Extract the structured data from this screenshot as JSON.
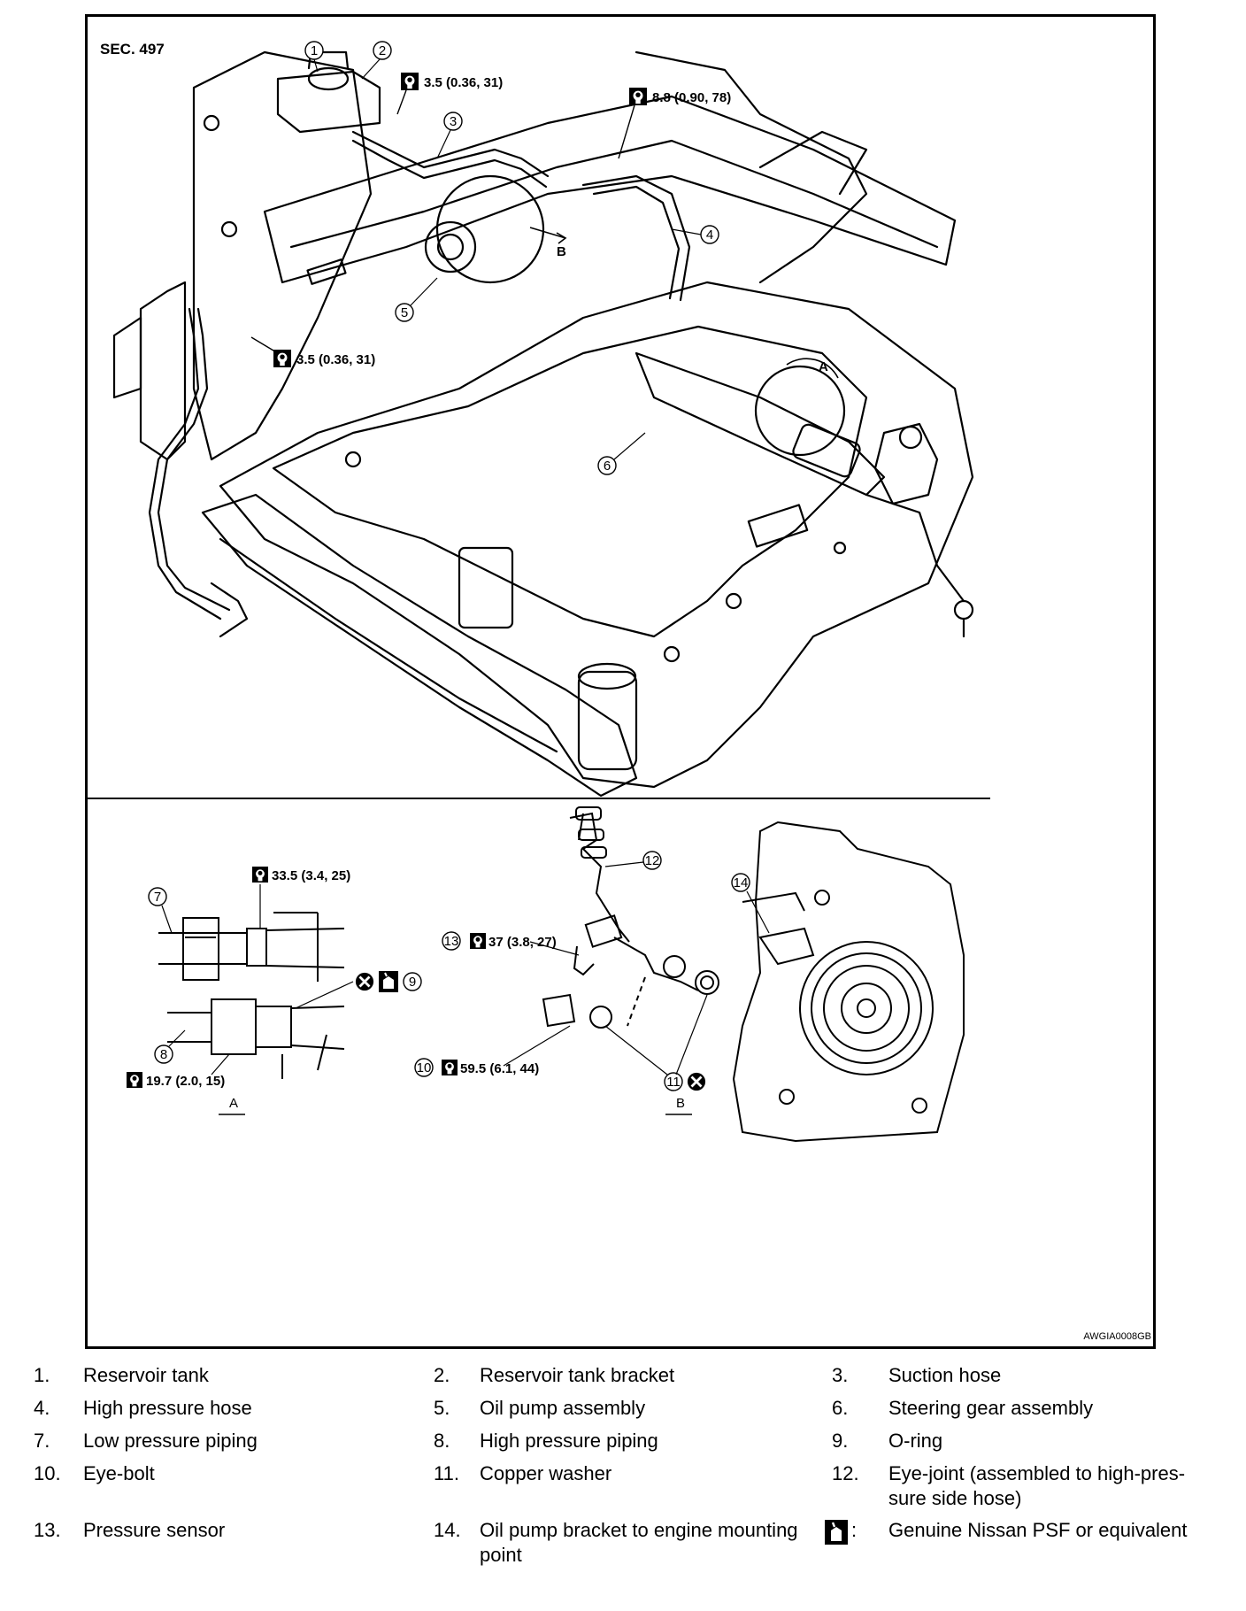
{
  "figure": {
    "section": "SEC. 497",
    "ref_code": "AWGIA0008GB",
    "detail_labels": [
      "A",
      "B"
    ],
    "view_markers": [
      "A",
      "B"
    ],
    "torques": [
      "3.5 (0.36, 31)",
      "8.8 (0.90, 78)",
      "3.5 (0.36, 31)",
      "33.5 (3.4, 25)",
      "19.7 (2.0, 15)",
      "37 (3.8, 27)",
      "59.5 (6.1, 44)"
    ],
    "callouts": [
      "1",
      "2",
      "3",
      "4",
      "5",
      "6",
      "7",
      "8",
      "9",
      "10",
      "11",
      "12",
      "13",
      "14"
    ]
  },
  "legend": {
    "items": [
      {
        "num": "1.",
        "text": "Reservoir tank"
      },
      {
        "num": "2.",
        "text": "Reservoir tank bracket"
      },
      {
        "num": "3.",
        "text": "Suction hose"
      },
      {
        "num": "4.",
        "text": "High pressure hose"
      },
      {
        "num": "5.",
        "text": "Oil pump assembly"
      },
      {
        "num": "6.",
        "text": "Steering gear assembly"
      },
      {
        "num": "7.",
        "text": "Low pressure piping"
      },
      {
        "num": "8.",
        "text": "High pressure piping"
      },
      {
        "num": "9.",
        "text": "O-ring"
      },
      {
        "num": "10.",
        "text": "Eye-bolt"
      },
      {
        "num": "11.",
        "text": "Copper washer"
      },
      {
        "num": "12.",
        "text": "Eye-joint (assembled to high-pres-",
        "text2": "sure side hose)"
      },
      {
        "num": "13.",
        "text": "Pressure sensor"
      },
      {
        "num": "14.",
        "text": "Oil pump bracket to engine mounting",
        "text2": "point"
      },
      {
        "num": ":",
        "text": "Genuine Nissan PSF or equivalent",
        "icon": "psf-fluid-icon"
      }
    ]
  }
}
